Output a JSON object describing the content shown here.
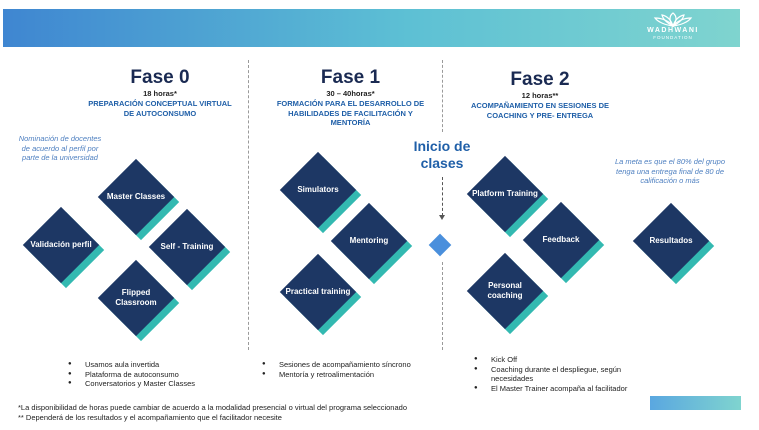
{
  "logo": {
    "name": "WADHWANI",
    "sub": "FOUNDATION"
  },
  "phases": [
    {
      "title": "Fase 0",
      "hours": "18 horas*",
      "subtitle": "PREPARACIÓN CONCEPTUAL VIRTUAL DE AUTOCONSUMO"
    },
    {
      "title": "Fase 1",
      "hours": "30 – 40horas*",
      "subtitle": "FORMACIÓN PARA EL DESARROLLO DE HABILIDADES DE FACILITACIÓN Y MENTORÍA"
    },
    {
      "title": "Fase 2",
      "hours": "12 horas**",
      "subtitle": "ACOMPAÑAMIENTO EN SESIONES DE COACHING Y PRE- ENTREGA"
    }
  ],
  "notes": {
    "left": "Nominación de docentes de acuerdo al perfil por parte de la universidad",
    "right": "La meta es que el 80% del grupo tenga una entrega final de 80 de calificación o más"
  },
  "inicio": "Inicio de clases",
  "phase0_nodes": [
    "Master Classes",
    "Validación perfil",
    "Self - Training",
    "Flipped Classroom"
  ],
  "phase1_nodes": [
    "Simulators",
    "Mentoring",
    "Practical training"
  ],
  "phase2_nodes": [
    "Platform Training",
    "Feedback",
    "Personal coaching",
    "Resultados"
  ],
  "bullets": {
    "phase0": [
      "Usamos aula invertida",
      "Plataforma de autoconsumo",
      "Conversatorios y Master Classes"
    ],
    "phase1": [
      "Sesiones de acompañamiento síncrono",
      "Mentoría y retroalimentación"
    ],
    "phase2": [
      "Kick Off",
      "Coaching durante el despliegue, según necesidades",
      "El Master Trainer acompaña al facilitador"
    ]
  },
  "footnotes": [
    "*La disponibilidad de horas puede cambiar de acuerdo a la modalidad presencial o virtual del programa seleccionado",
    "** Dependerá de los resultados y el acompañamiento que el facilitador necesite"
  ],
  "colors": {
    "diamond": "#1d3764",
    "diamond_shadow": "#33b9b1",
    "accent_blue": "#1f5fa8",
    "note_blue": "#4d7fc0",
    "small_diamond": "#4a8fdc"
  }
}
